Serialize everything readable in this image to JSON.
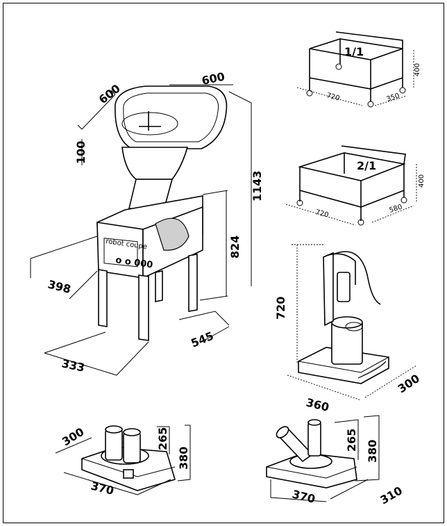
{
  "main_machine": {
    "depth": "600",
    "width": "600",
    "hopper_rim": "100",
    "total_height": "1143",
    "body_height": "824",
    "body_depth": "398",
    "leg_depth": "545",
    "leg_width": "333"
  },
  "trolley_1_1": {
    "label": "1/1",
    "length": "720",
    "width": "350",
    "height": "400"
  },
  "trolley_2_1": {
    "label": "2/1",
    "length": "720",
    "width": "580",
    "height": "400"
  },
  "lever_unit": {
    "height": "720",
    "width": "360",
    "depth": "300"
  },
  "twin_hopper": {
    "depth": "300",
    "width": "370",
    "h_small": "265",
    "h_total": "380"
  },
  "tilt_hopper": {
    "width": "370",
    "depth": "310",
    "h_small": "265",
    "h_total": "380"
  },
  "colors": {
    "line": "#000000",
    "background": "#ffffff"
  }
}
